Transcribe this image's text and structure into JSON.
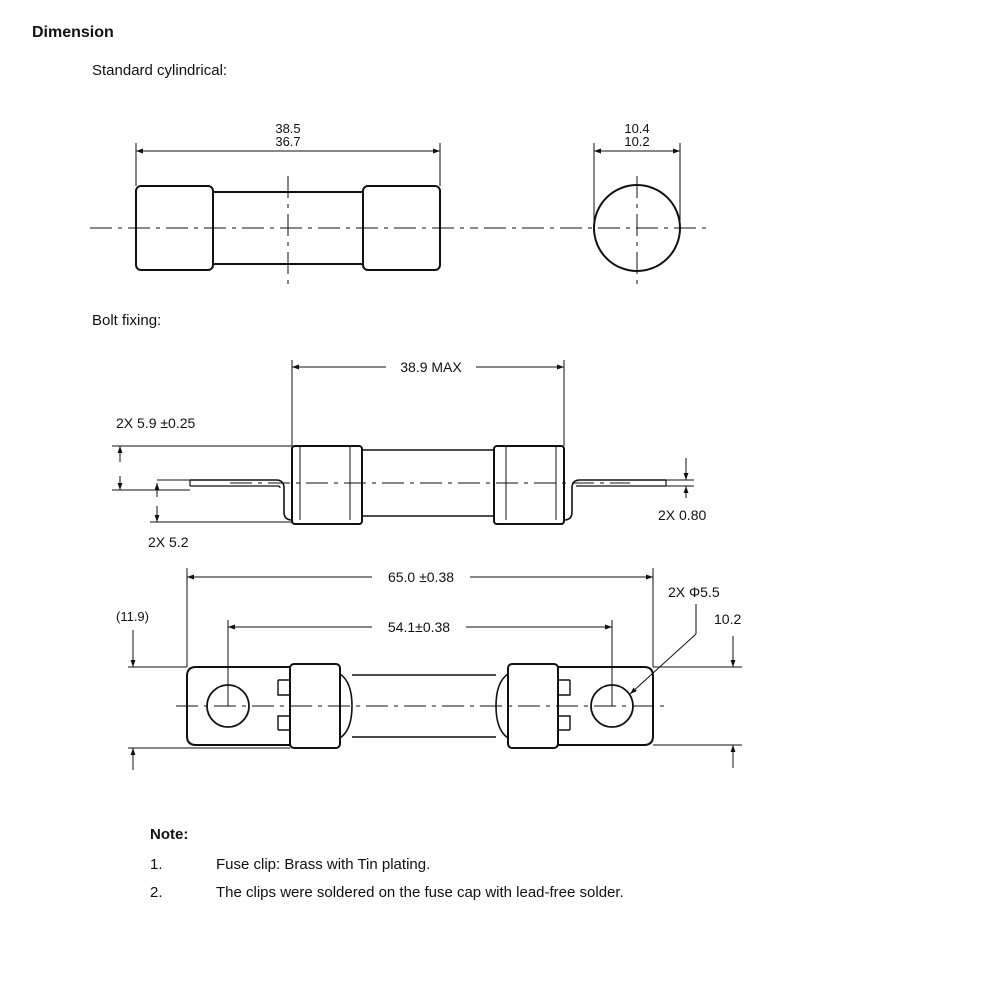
{
  "heading": "Dimension",
  "sections": {
    "standard_label": "Standard cylindrical:",
    "bolt_label": "Bolt fixing:"
  },
  "standard": {
    "length_max": "38.5",
    "length_min": "36.7",
    "diameter_max": "10.4",
    "diameter_min": "10.2"
  },
  "bolt": {
    "body_length": "38.9 MAX",
    "clip_height": "2X 5.9 ±0.25",
    "tab_offset": "2X 5.2",
    "tab_thickness": "2X 0.80",
    "overall_length": "65.0 ±0.38",
    "hole_spacing": "54.1±0.38",
    "hole_diameter": "2X Φ5.5",
    "height_ref": "(11.9)",
    "tab_width": "10.2"
  },
  "notes": {
    "title": "Note:",
    "items": [
      {
        "num": "1.",
        "text": "Fuse clip: Brass with Tin plating."
      },
      {
        "num": "2.",
        "text": "The clips were soldered on the fuse cap with lead-free solder."
      }
    ]
  }
}
